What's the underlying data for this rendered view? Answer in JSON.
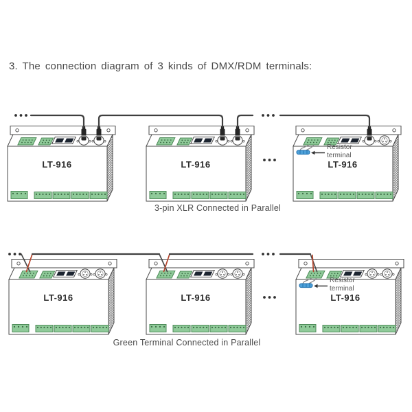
{
  "title": "3. The connection diagram of 3 kinds of DMX/RDM terminals:",
  "sections": [
    {
      "caption": "3-pin XLR Connected in Parallel",
      "connection": "xlr",
      "devices": [
        {
          "label": "LT-916"
        },
        {
          "label": "LT-916"
        },
        {
          "label": "LT-916",
          "annotation": "Resistor terminal"
        }
      ]
    },
    {
      "caption": "Green Terminal Connected in Parallel",
      "connection": "green-terminal",
      "devices": [
        {
          "label": "LT-916"
        },
        {
          "label": "LT-916"
        },
        {
          "label": "LT-916",
          "annotation": "Resistor terminal"
        }
      ]
    }
  ],
  "colors": {
    "line": "#4a4a4a",
    "cable": "#3f3f3f",
    "terminal_green_fill": "#8fca99",
    "terminal_green_stroke": "#4d8a58",
    "terminal_pin": "#3c6b45",
    "display_dark": "#1c2430",
    "plug_dark": "#272727",
    "plug_band": "#8a8a8a",
    "resistor_blue_fill": "#4da0d8",
    "resistor_blue_stroke": "#1d6fae",
    "wire_red": "#b5452c",
    "wire_gray": "#4a4a4a",
    "dots": "#2f2f2f",
    "arrow": "#333333"
  }
}
